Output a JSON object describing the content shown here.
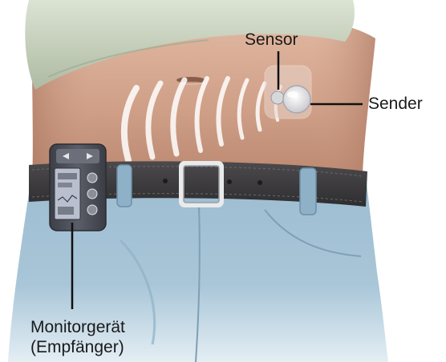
{
  "labels": {
    "sensor": "Sensor",
    "sender": "Sender",
    "monitor_line1": "Monitorgerät",
    "monitor_line2": "(Empfänger)"
  },
  "colors": {
    "skin": "#cf9f87",
    "shirt": "#c8d3bd",
    "belt": "#3d3c3d",
    "jeans": "#8fb1c8",
    "device": "#4a4d55",
    "screen": "#b9bfcf",
    "signal_waves": "#ffffff",
    "callout_line": "#111111"
  }
}
